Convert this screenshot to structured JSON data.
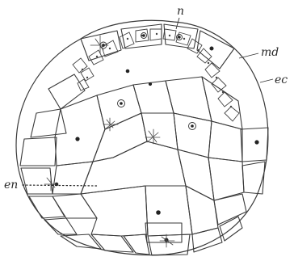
{
  "labels": {
    "n": "n",
    "md": "md",
    "ec": "ec",
    "en": "en"
  }
}
